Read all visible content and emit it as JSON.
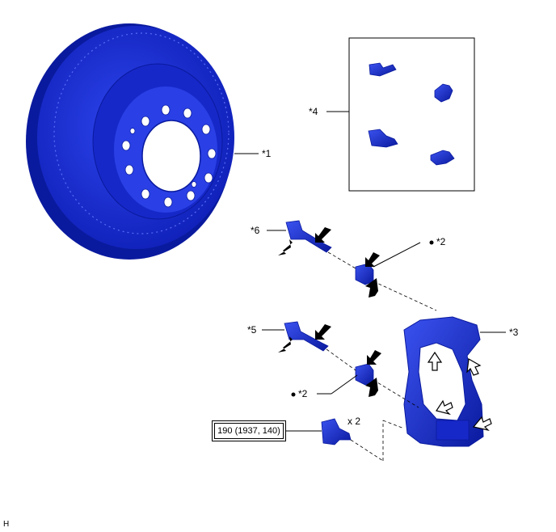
{
  "labels": {
    "disc": "*1",
    "cylinder_boot_1": "*2",
    "cylinder_boot_2": "*2",
    "mounting": "*3",
    "anti_squeal_spring": "*4",
    "slide_pin_lower": "*5",
    "slide_pin_upper": "*6",
    "quantity": "x 2",
    "corner_code": "H"
  },
  "torque_spec": "190 (1937, 140)",
  "colors": {
    "part_fill": "#1a2dd6",
    "part_dark": "#0a1a9e",
    "part_light": "#3b52f0",
    "arrow_black": "#000000",
    "arrow_white": "#ffffff"
  },
  "icons": {
    "grease_dot": "bullet-dot-icon",
    "apply_arrow": "black-arrow-icon",
    "install_arrow": "white-arrow-icon"
  }
}
